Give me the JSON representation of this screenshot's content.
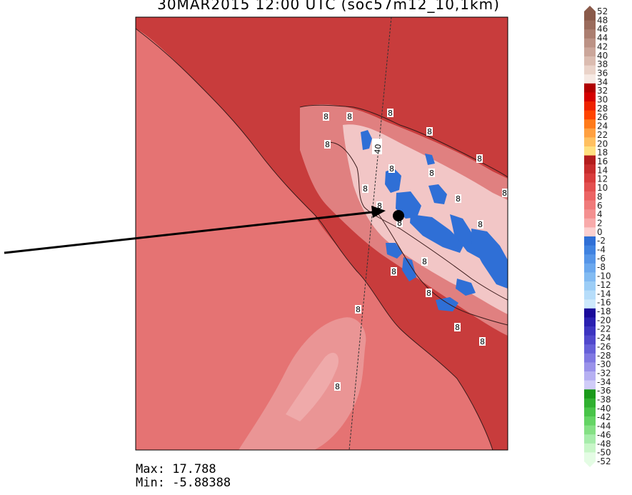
{
  "map": {
    "title": "30MAR2015 12:00 UTC (soc57m12_10,1km)",
    "contour_labels": [
      "8",
      "8",
      "8",
      "8",
      "8",
      "8",
      "8",
      "8",
      "8",
      "8",
      "8",
      "8",
      "8",
      "8",
      "8",
      "8",
      "8",
      "8",
      "8",
      "8",
      "8"
    ],
    "gridline_label": "40",
    "max_label": "Max:",
    "max_value": "17.788",
    "min_label": "Min:",
    "min_value": "-5.88388"
  },
  "colorbar": {
    "labels": [
      "52",
      "48",
      "46",
      "44",
      "42",
      "40",
      "38",
      "36",
      "34",
      "32",
      "30",
      "28",
      "26",
      "24",
      "22",
      "20",
      "18",
      "16",
      "14",
      "12",
      "10",
      "8",
      "6",
      "4",
      "2",
      "0",
      "-2",
      "-4",
      "-6",
      "-8",
      "-10",
      "-12",
      "-14",
      "-16",
      "-18",
      "-20",
      "-22",
      "-24",
      "-26",
      "-28",
      "-30",
      "-32",
      "-34",
      "-36",
      "-38",
      "-40",
      "-42",
      "-44",
      "-46",
      "-48",
      "-50",
      "-52"
    ],
    "colors": [
      "#8a5a4a",
      "#9a6b5c",
      "#ab7e70",
      "#bc9285",
      "#cba69a",
      "#dbbcb0",
      "#ead3c9",
      "#f6e9e3",
      "#b00000",
      "#d40000",
      "#ee2200",
      "#ff4400",
      "#ff7a1a",
      "#ffa040",
      "#ffc060",
      "#ffe080",
      "#b31d1d",
      "#c72c2c",
      "#d83c3c",
      "#e35050",
      "#ec6464",
      "#f07a7a",
      "#f49090",
      "#f8aaaa",
      "#fcd0d0",
      "#2f6fd6",
      "#3f82e0",
      "#5595e8",
      "#6ba8ee",
      "#82bbf2",
      "#9ccdf6",
      "#b6ddfa",
      "#cde9fc",
      "#1a0a9a",
      "#2a20b0",
      "#3c34c0",
      "#5048cc",
      "#6660d8",
      "#8078e2",
      "#9a92ea",
      "#b6b0f2",
      "#d0ccf8",
      "#1a9a1a",
      "#30b030",
      "#48c448",
      "#64d464",
      "#84e084",
      "#a6ecaa",
      "#c8f6c8",
      "#e4fce4"
    ]
  }
}
